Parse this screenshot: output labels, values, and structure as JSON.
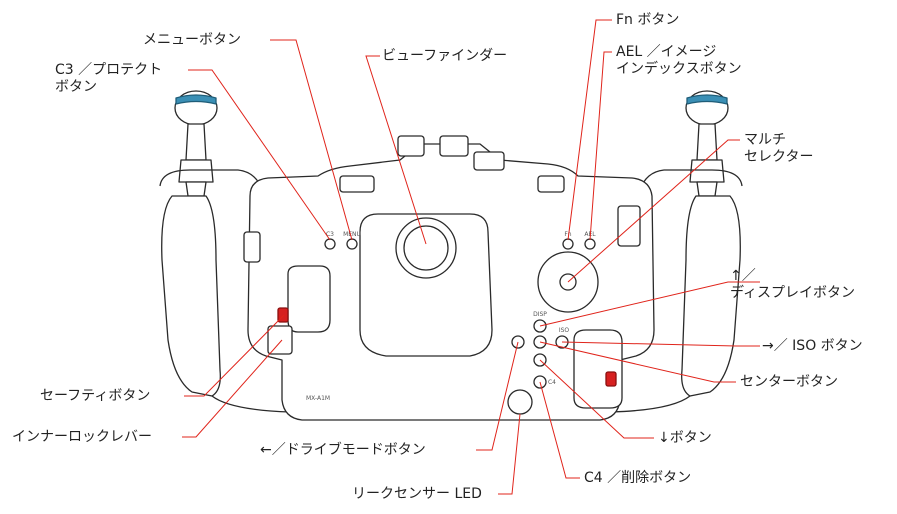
{
  "labels": {
    "menu": "メニューボタン",
    "viewfinder": "ビューファインダー",
    "c3_line1": "C3 ／プロテクト",
    "c3_line2": "ボタン",
    "fn": "Fn ボタン",
    "ael_line1": "AEL ／イメージ",
    "ael_line2": "インデックスボタン",
    "multi_line1": "マルチ",
    "multi_line2": "セレクター",
    "up_line1": "↑／",
    "up_line2": "ディスプレイボタン",
    "right_iso": "→／ ISO ボタン",
    "center": "センターボタン",
    "safety": "セーフティボタン",
    "inner_lock": "インナーロックレバー",
    "left_drive": "←／ドライブモードボタン",
    "down": "↓ボタン",
    "c4_delete": "C4 ／削除ボタン",
    "leak_led": "リークセンサー LED"
  },
  "housing_marks": {
    "fn": "Fn",
    "ael": "AEL",
    "menu": "MENU",
    "c3": "C3",
    "disp": "DISP",
    "iso": "ISO",
    "c4": "C4",
    "model": "MX-A1M"
  },
  "colors": {
    "leader": "#e0241b",
    "outline": "#2a2a2a",
    "accent_ring": "#3a8fb5",
    "safety_red": "#d62020"
  }
}
